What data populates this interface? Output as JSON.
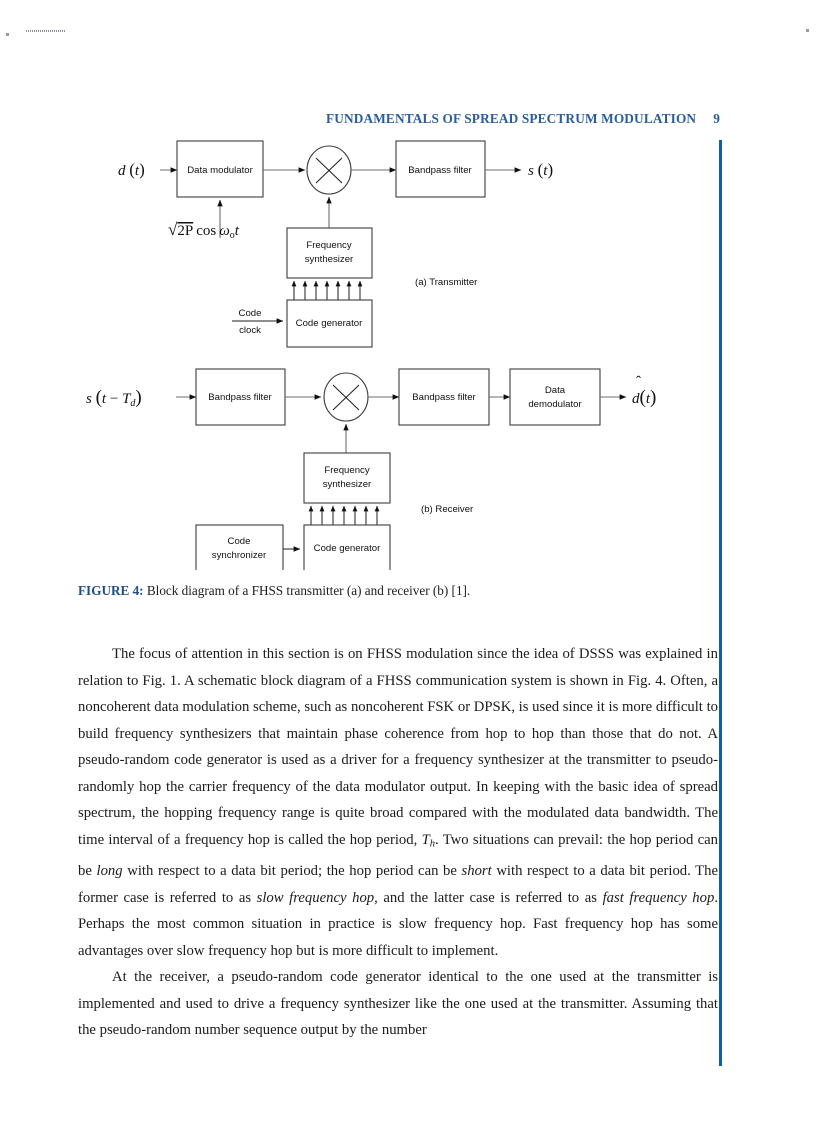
{
  "header": {
    "running_title": "FUNDAMENTALS OF SPREAD SPECTRUM MODULATION",
    "page_number": "9",
    "color": "#2a5d9e"
  },
  "side_rule": {
    "color": "#0d5fa6"
  },
  "figure": {
    "transmitter": {
      "sublabel": "(a) Transmitter",
      "input_signal": "d(t)",
      "output_signal": "s(t)",
      "carrier_label": "√2P cos ω₀t",
      "blocks": [
        {
          "id": "data-modulator",
          "label": "Data modulator"
        },
        {
          "id": "mixer",
          "label": "×"
        },
        {
          "id": "bandpass-filter",
          "label": "Bandpass filter"
        },
        {
          "id": "frequency-synthesizer",
          "label_line1": "Frequency",
          "label_line2": "synthesizer"
        },
        {
          "id": "code-generator",
          "label": "Code generator"
        }
      ],
      "code_clock_line1": "Code",
      "code_clock_line2": "clock",
      "bus_arrow_count": 7
    },
    "receiver": {
      "sublabel": "(b) Receiver",
      "input_signal": "s(t − T_d)",
      "output_signal": "d̂(t)",
      "blocks": [
        {
          "id": "bandpass-filter-1",
          "label": "Bandpass filter"
        },
        {
          "id": "mixer",
          "label": "×"
        },
        {
          "id": "bandpass-filter-2",
          "label": "Bandpass filter"
        },
        {
          "id": "data-demodulator",
          "label_line1": "Data",
          "label_line2": "demodulator"
        },
        {
          "id": "frequency-synthesizer",
          "label_line1": "Frequency",
          "label_line2": "synthesizer"
        },
        {
          "id": "code-generator",
          "label": "Code generator"
        },
        {
          "id": "code-synchronizer",
          "label_line1": "Code",
          "label_line2": "synchronizer"
        }
      ],
      "bus_arrow_count": 7
    }
  },
  "caption": {
    "figure_number": "FIGURE 4:",
    "text": "Block diagram of a FHSS transmitter (a) and receiver (b) [1]."
  },
  "body": {
    "paragraph_1_parts": {
      "p1a": "The focus of attention in this section is on FHSS modulation since the idea of DSSS was explained in relation to Fig. 1. A schematic block diagram of a FHSS communication system is shown in Fig. 4. Often, a noncoherent data modulation scheme, such as noncoherent FSK or DPSK, is used since it is more difficult to build frequency synthesizers that maintain phase coherence from hop to hop than those that do not. A pseudo-random code generator is used as a driver for a frequency synthesizer at the transmitter to pseudo-randomly hop the carrier frequency of the data modulator output. In keeping with the basic idea of spread spectrum, the hopping frequency range is quite broad compared with the modulated data bandwidth. The time interval of a frequency hop is called the hop period, ",
      "t_sub": "T",
      "t_sub_small": "h",
      "p1b": ". Two situations can prevail: the hop period can be ",
      "em1": "long",
      "p1c": " with respect to a data bit period; the hop period can be ",
      "em2": "short",
      "p1d": " with respect to a data bit period. The former case is referred to as ",
      "em3": "slow frequency hop",
      "p1e": ", and the latter case is referred to as ",
      "em4": "fast frequency hop",
      "p1f": ". Perhaps the most common situation in practice is slow frequency hop. Fast frequency hop has some advantages over slow frequency hop but is more difficult to implement."
    },
    "paragraph_2": "At the receiver, a pseudo-random code generator identical to the one used at the transmitter is implemented and used to drive a frequency synthesizer like the one used at the transmitter. Assuming that the pseudo-random number sequence output by the number"
  }
}
